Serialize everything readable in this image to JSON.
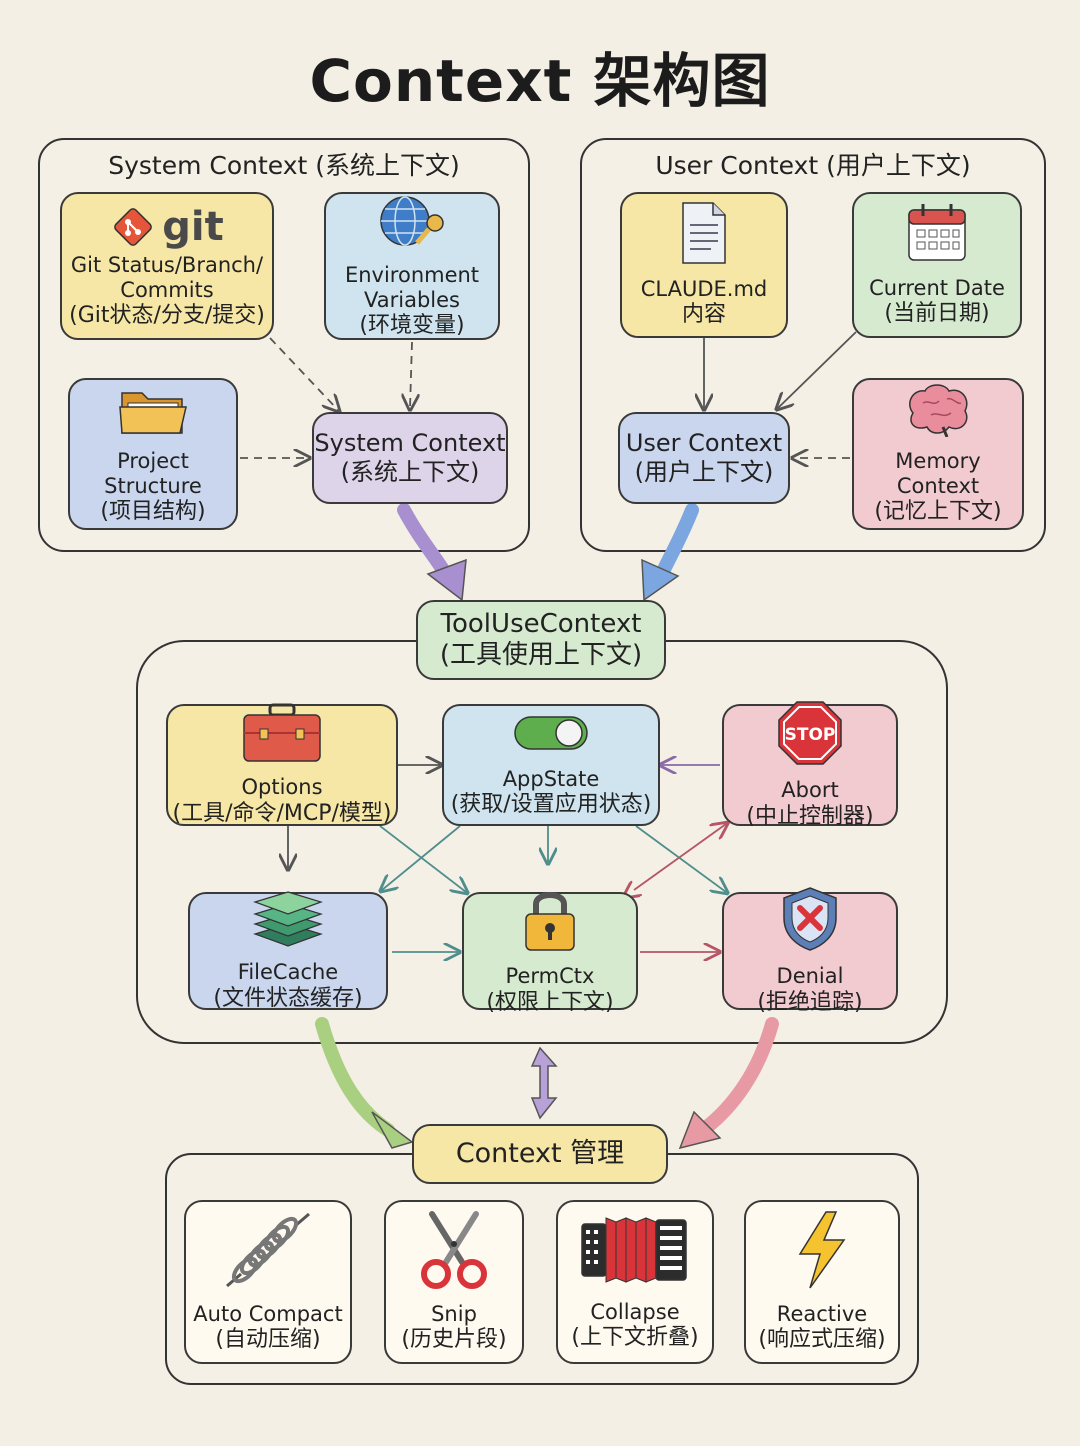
{
  "title": "Context 架构图",
  "system_group": {
    "title": "System Context (系统上下文)",
    "git": {
      "word": "git",
      "l1": "Git Status/Branch/",
      "l2": "Commits",
      "l3": "(Git状态/分支/提交)"
    },
    "env": {
      "l1": "Environment",
      "l2": "Variables",
      "l3": "(环境变量)"
    },
    "project": {
      "l1": "Project",
      "l2": "Structure",
      "l3": "(项目结构)"
    },
    "hub": {
      "l1": "System Context",
      "l2": "(系统上下文)"
    }
  },
  "user_group": {
    "title": "User Context (用户上下文)",
    "claude": {
      "l1": "CLAUDE.md",
      "l2": "内容"
    },
    "date": {
      "l1": "Current Date",
      "l2": "(当前日期)"
    },
    "memory": {
      "l1": "Memory",
      "l2": "Context",
      "l3": "(记忆上下文)"
    },
    "hub": {
      "l1": "User Context",
      "l2": "(用户上下文)"
    }
  },
  "tool_group": {
    "hub": {
      "l1": "ToolUseContext",
      "l2": "(工具使用上下文)"
    },
    "options": {
      "l1": "Options",
      "l2": "(工具/命令/MCP/模型)"
    },
    "appstate": {
      "l1": "AppState",
      "l2": "(获取/设置应用状态)"
    },
    "abort": {
      "l1": "Abort",
      "l2": "(中止控制器)",
      "stop": "STOP"
    },
    "filecache": {
      "l1": "FileCache",
      "l2": "(文件状态缓存)"
    },
    "permctx": {
      "l1": "PermCtx",
      "l2": "(权限上下文)"
    },
    "denial": {
      "l1": "Denial",
      "l2": "(拒绝追踪)"
    }
  },
  "mgmt_group": {
    "hub": {
      "l1": "Context 管理"
    },
    "auto": {
      "l1": "Auto Compact",
      "l2": "(自动压缩)"
    },
    "snip": {
      "l1": "Snip",
      "l2": "(历史片段)"
    },
    "collapse": {
      "l1": "Collapse",
      "l2": "(上下文折叠)"
    },
    "reactive": {
      "l1": "Reactive",
      "l2": "(响应式压缩)"
    }
  },
  "colors": {
    "yellow": "#f6e7a6",
    "blue": "#cfe4ef",
    "green": "#d6ead0",
    "purple": "#ddd4ea",
    "pink": "#f2cbd0",
    "background": "#f4efe4"
  }
}
